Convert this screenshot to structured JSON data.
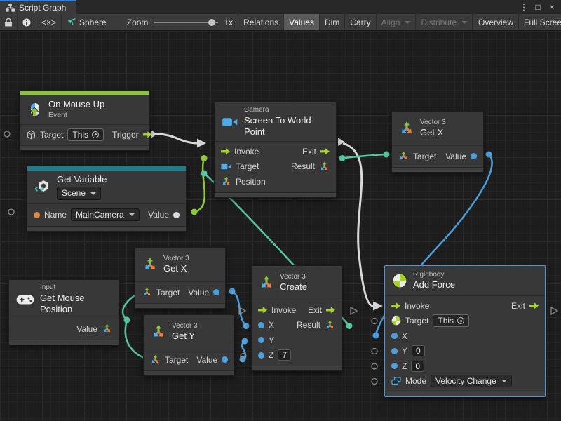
{
  "window": {
    "tab": "Script Graph",
    "menu_icon": "⋮",
    "maximize_icon": "□",
    "close_icon": "×"
  },
  "toolbar": {
    "code_icon": "<×>",
    "tool_label": "Sphere",
    "zoom_label": "Zoom",
    "zoom_value": "1x",
    "relations": "Relations",
    "values": "Values",
    "dim": "Dim",
    "carry": "Carry",
    "align": "Align",
    "distribute": "Distribute",
    "overview": "Overview",
    "full_screen": "Full Screen"
  },
  "nodes": {
    "on_mouse_up": {
      "title": "On Mouse Up",
      "subtitle": "Event",
      "target": "Target",
      "this": "This",
      "trigger": "Trigger"
    },
    "get_variable": {
      "title": "Get Variable",
      "scope": "Scene",
      "name": "Name",
      "variable": "MainCamera",
      "value": "Value"
    },
    "screen_to_world": {
      "category": "Camera",
      "title": "Screen To World Point",
      "invoke": "Invoke",
      "exit": "Exit",
      "target": "Target",
      "result": "Result",
      "position": "Position"
    },
    "get_x_top": {
      "category": "Vector 3",
      "title": "Get X",
      "target": "Target",
      "value": "Value"
    },
    "get_x": {
      "category": "Vector 3",
      "title": "Get X",
      "target": "Target",
      "value": "Value"
    },
    "get_y": {
      "category": "Vector 3",
      "title": "Get Y",
      "target": "Target",
      "value": "Value"
    },
    "get_mouse_position": {
      "category": "Input",
      "title": "Get Mouse Position",
      "value": "Value"
    },
    "create_vector": {
      "category": "Vector 3",
      "title": "Create",
      "invoke": "Invoke",
      "exit": "Exit",
      "x": "X",
      "y": "Y",
      "z": "Z",
      "z_value": "7",
      "result": "Result"
    },
    "add_force": {
      "category": "Rigidbody",
      "title": "Add Force",
      "invoke": "Invoke",
      "exit": "Exit",
      "target": "Target",
      "this": "This",
      "x": "X",
      "y": "Y",
      "y_value": "0",
      "z": "Z",
      "z_value": "0",
      "mode": "Mode",
      "mode_value": "Velocity Change"
    }
  },
  "colors": {
    "event_accent": "#8CC63F",
    "variable_accent": "#1B7E8C",
    "selection": "#4F94E0",
    "wire_control": "#D8D8D8",
    "wire_vector3": "#56C7A2",
    "wire_float": "#4C9FDC",
    "wire_object": "#8FC93A"
  }
}
